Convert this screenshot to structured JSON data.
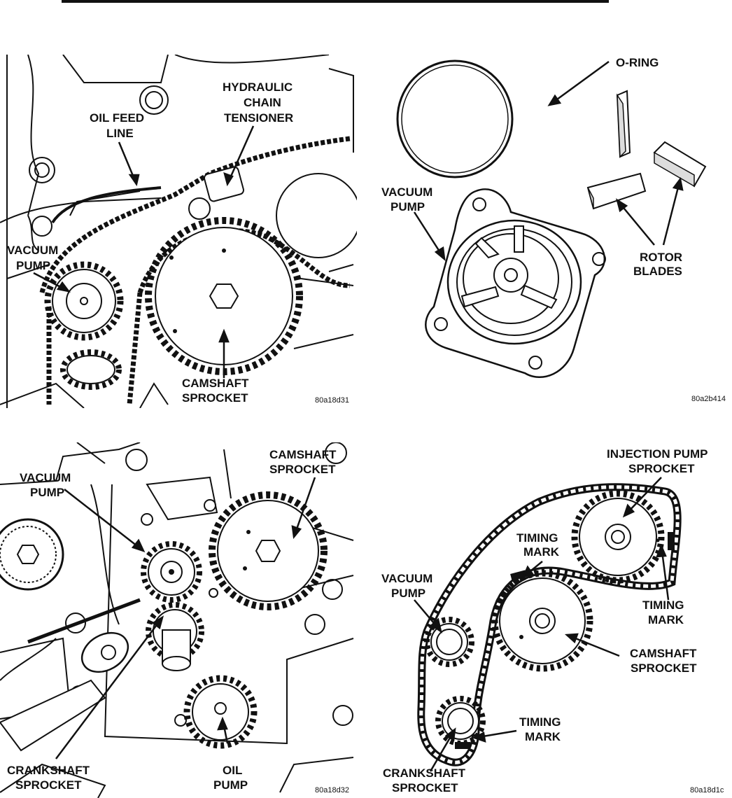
{
  "panels": {
    "top_left": {
      "labels": {
        "hydraulic": "HYDRAULIC",
        "chain": "CHAIN",
        "tensioner": "TENSIONER",
        "oil_feed": "OIL FEED",
        "line": "LINE",
        "vacuum": "VACUUM",
        "pump": "PUMP",
        "camshaft": "CAMSHAFT",
        "sprocket": "SPROCKET"
      },
      "code": "80a18d31"
    },
    "top_right": {
      "labels": {
        "oring": "O-RING",
        "vacuum": "VACUUM",
        "pump": "PUMP",
        "rotor": "ROTOR",
        "blades": "BLADES"
      },
      "code": "80a2b414"
    },
    "bottom_left": {
      "labels": {
        "camshaft": "CAMSHAFT",
        "sprocket": "SPROCKET",
        "vacuum": "VACUUM",
        "pump": "PUMP",
        "crankshaft": "CRANKSHAFT",
        "crank_sprocket": "SPROCKET",
        "oil": "OIL",
        "oil_pump": "PUMP"
      },
      "code": "80a18d32"
    },
    "bottom_right": {
      "labels": {
        "injection": "INJECTION PUMP",
        "inj_sprocket": "SPROCKET",
        "timing1": "TIMING",
        "mark1": "MARK",
        "vacuum": "VACUUM",
        "pump": "PUMP",
        "timing2": "TIMING",
        "mark2": "MARK",
        "camshaft": "CAMSHAFT",
        "cam_sprocket": "SPROCKET",
        "timing3": "TIMING",
        "mark3": "MARK",
        "crankshaft": "CRANKSHAFT",
        "crank_sprocket": "SPROCKET"
      },
      "code": "80a18d1c"
    }
  }
}
